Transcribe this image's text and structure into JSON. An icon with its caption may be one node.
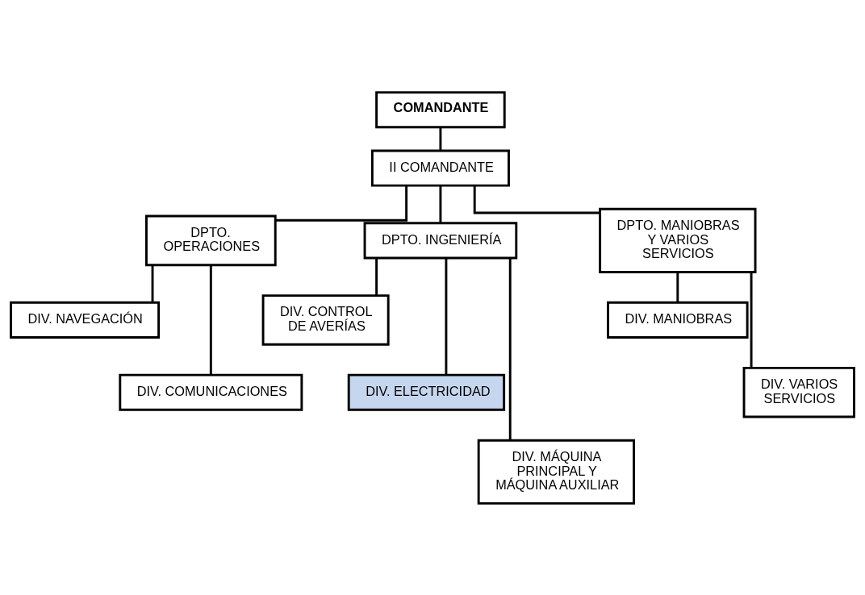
{
  "diagram": {
    "nodes": [
      {
        "text": [
          "COMANDANTE"
        ]
      },
      {
        "text": [
          "II COMANDANTE"
        ]
      },
      {
        "text": [
          "DPTO. OPERACIONES"
        ]
      },
      {
        "text": [
          "DPTO. INGENIERÍA"
        ]
      },
      {
        "text": [
          "DPTO. MANIOBRAS Y VARIOS SERVICIOS"
        ]
      },
      {
        "text": [
          "DIV. NAVEGACIÓN"
        ]
      },
      {
        "text": [
          "DIV. COMUNICACIONES"
        ]
      },
      {
        "text": [
          "DIV. CONTROL DE AVERÍAS"
        ]
      },
      {
        "text": [
          "DIV. ELECTRICIDAD"
        ]
      },
      {
        "text": [
          "DIV. MÁQUINA PRINCIPAL Y MÁQUINA AUXILIAR"
        ]
      },
      {
        "text": [
          "DIV. MANIOBRAS"
        ]
      },
      {
        "text": [
          "DIV. VARIOS SERVICIOS"
        ]
      }
    ],
    "edges": [
      {
        "from": 0,
        "to": 1,
        "arrow": "none"
      },
      {
        "from": 1,
        "to": 2,
        "arrow": "none"
      },
      {
        "from": 1,
        "to": 3,
        "arrow": "none"
      },
      {
        "from": 1,
        "to": 4,
        "arrow": "none"
      },
      {
        "from": 2,
        "to": 5,
        "arrow": "none"
      },
      {
        "from": 2,
        "to": 6,
        "arrow": "none"
      },
      {
        "from": 3,
        "to": 7,
        "arrow": "none"
      },
      {
        "from": 3,
        "to": 8,
        "arrow": "none"
      },
      {
        "from": 3,
        "to": 9,
        "arrow": "none"
      },
      {
        "from": 4,
        "to": 10,
        "arrow": "none"
      },
      {
        "from": 4,
        "to": 11,
        "arrow": "none"
      }
    ]
  }
}
